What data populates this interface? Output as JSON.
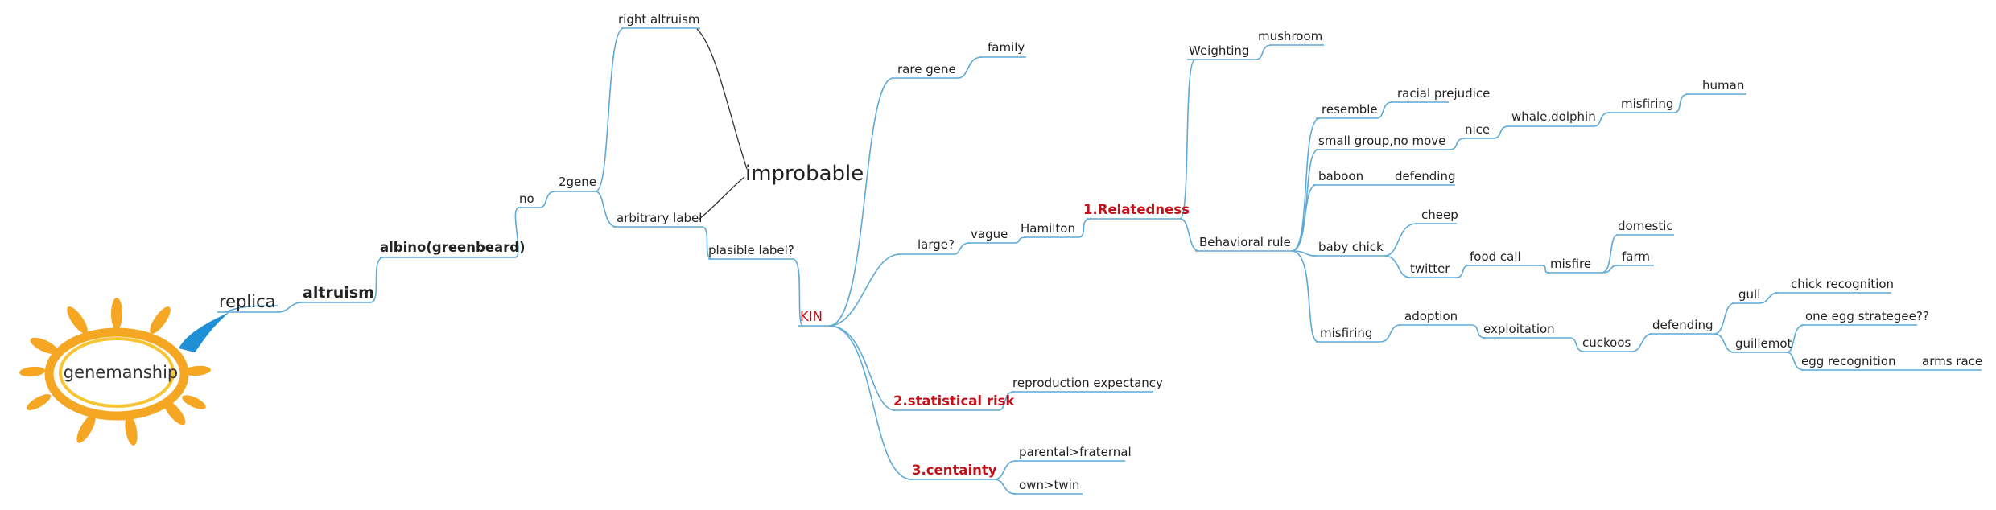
{
  "colors": {
    "branch": "#5ea9d6",
    "accent_red": "#c0101a",
    "sun_orange": "#f5a623",
    "sun_yellow": "#f7c531",
    "swoosh_blue": "#1f8fd6"
  },
  "central": {
    "label": "genemanship",
    "icon": "sun-logo-icon"
  },
  "nodes": {
    "replica": "replica",
    "altruism": "altruism",
    "albino": "albino(greenbeard)",
    "no": "no",
    "gene2": "2gene",
    "right_altruism": "right altruism",
    "arbitrary_label": "arbitrary label",
    "improbable": "improbable",
    "plausible_label": "plasible label?",
    "kin": "KIN",
    "rare_gene": "rare gene",
    "family": "family",
    "large": "large?",
    "vague": "vague",
    "hamilton": "Hamilton",
    "relatedness": "1.Relatedness",
    "weighting": "Weighting",
    "mushroom": "mushroom",
    "behavioral_rule": "Behavioral rule",
    "resemble": "resemble",
    "racial_prejudice": "racial prejudice",
    "small_group": "small group,no move",
    "nice": "nice",
    "whale_dolphin": "whale,dolphin",
    "misfiring_whale": "misfiring",
    "human": "human",
    "baboon": "baboon",
    "defending_baboon": "defending",
    "baby_chick": "baby chick",
    "cheep": "cheep",
    "twitter": "twitter",
    "food_call": "food call",
    "misfire": "misfire",
    "domestic": "domestic",
    "farm": "farm",
    "misfiring": "misfiring",
    "adoption": "adoption",
    "exploitation": "exploitation",
    "cuckoos": "cuckoos",
    "defending": "defending",
    "gull": "gull",
    "chick_recognition": "chick recognition",
    "guillemot": "guillemot",
    "one_egg": "one egg strategee??",
    "egg_recognition": "egg recognition",
    "arms_race": "arms race",
    "statistical_risk": "2.statistical risk",
    "reproduction_expectancy": "reproduction expectancy",
    "certainty": "3.centainty",
    "parental_fraternal": "parental>fraternal",
    "own_twin": "own>twin"
  }
}
